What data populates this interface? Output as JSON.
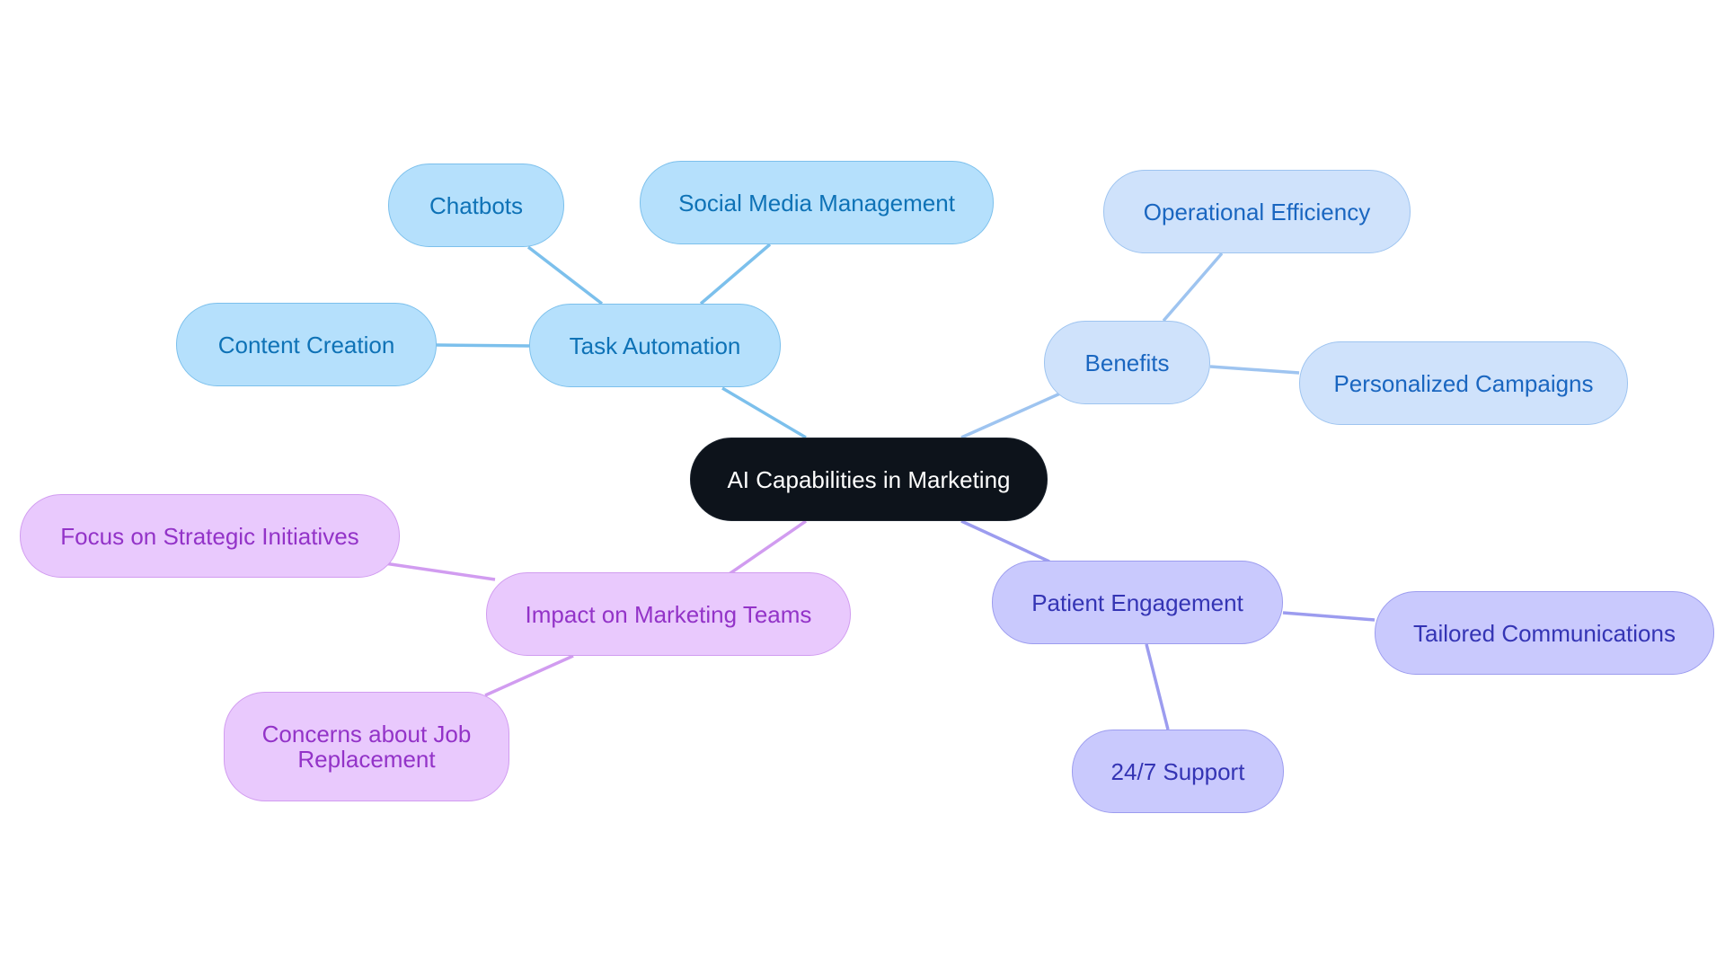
{
  "root": {
    "label": "AI Capabilities in Marketing"
  },
  "branches": {
    "task_automation": {
      "label": "Task Automation",
      "children": [
        "Chatbots",
        "Social Media Management",
        "Content Creation"
      ]
    },
    "benefits": {
      "label": "Benefits",
      "children": [
        "Operational Efficiency",
        "Personalized Campaigns"
      ]
    },
    "patient_engagement": {
      "label": "Patient Engagement",
      "children": [
        "Tailored Communications",
        "24/7 Support"
      ]
    },
    "impact": {
      "label": "Impact on Marketing Teams",
      "children": [
        "Focus on Strategic Initiatives",
        "Concerns about Job Replacement"
      ]
    }
  },
  "colors": {
    "root_fill": "#0d131b",
    "task_automation": "#b5e0fc",
    "benefits": "#cfe2fb",
    "patient_engagement": "#c9c9fd",
    "impact": "#e9c9fd"
  }
}
